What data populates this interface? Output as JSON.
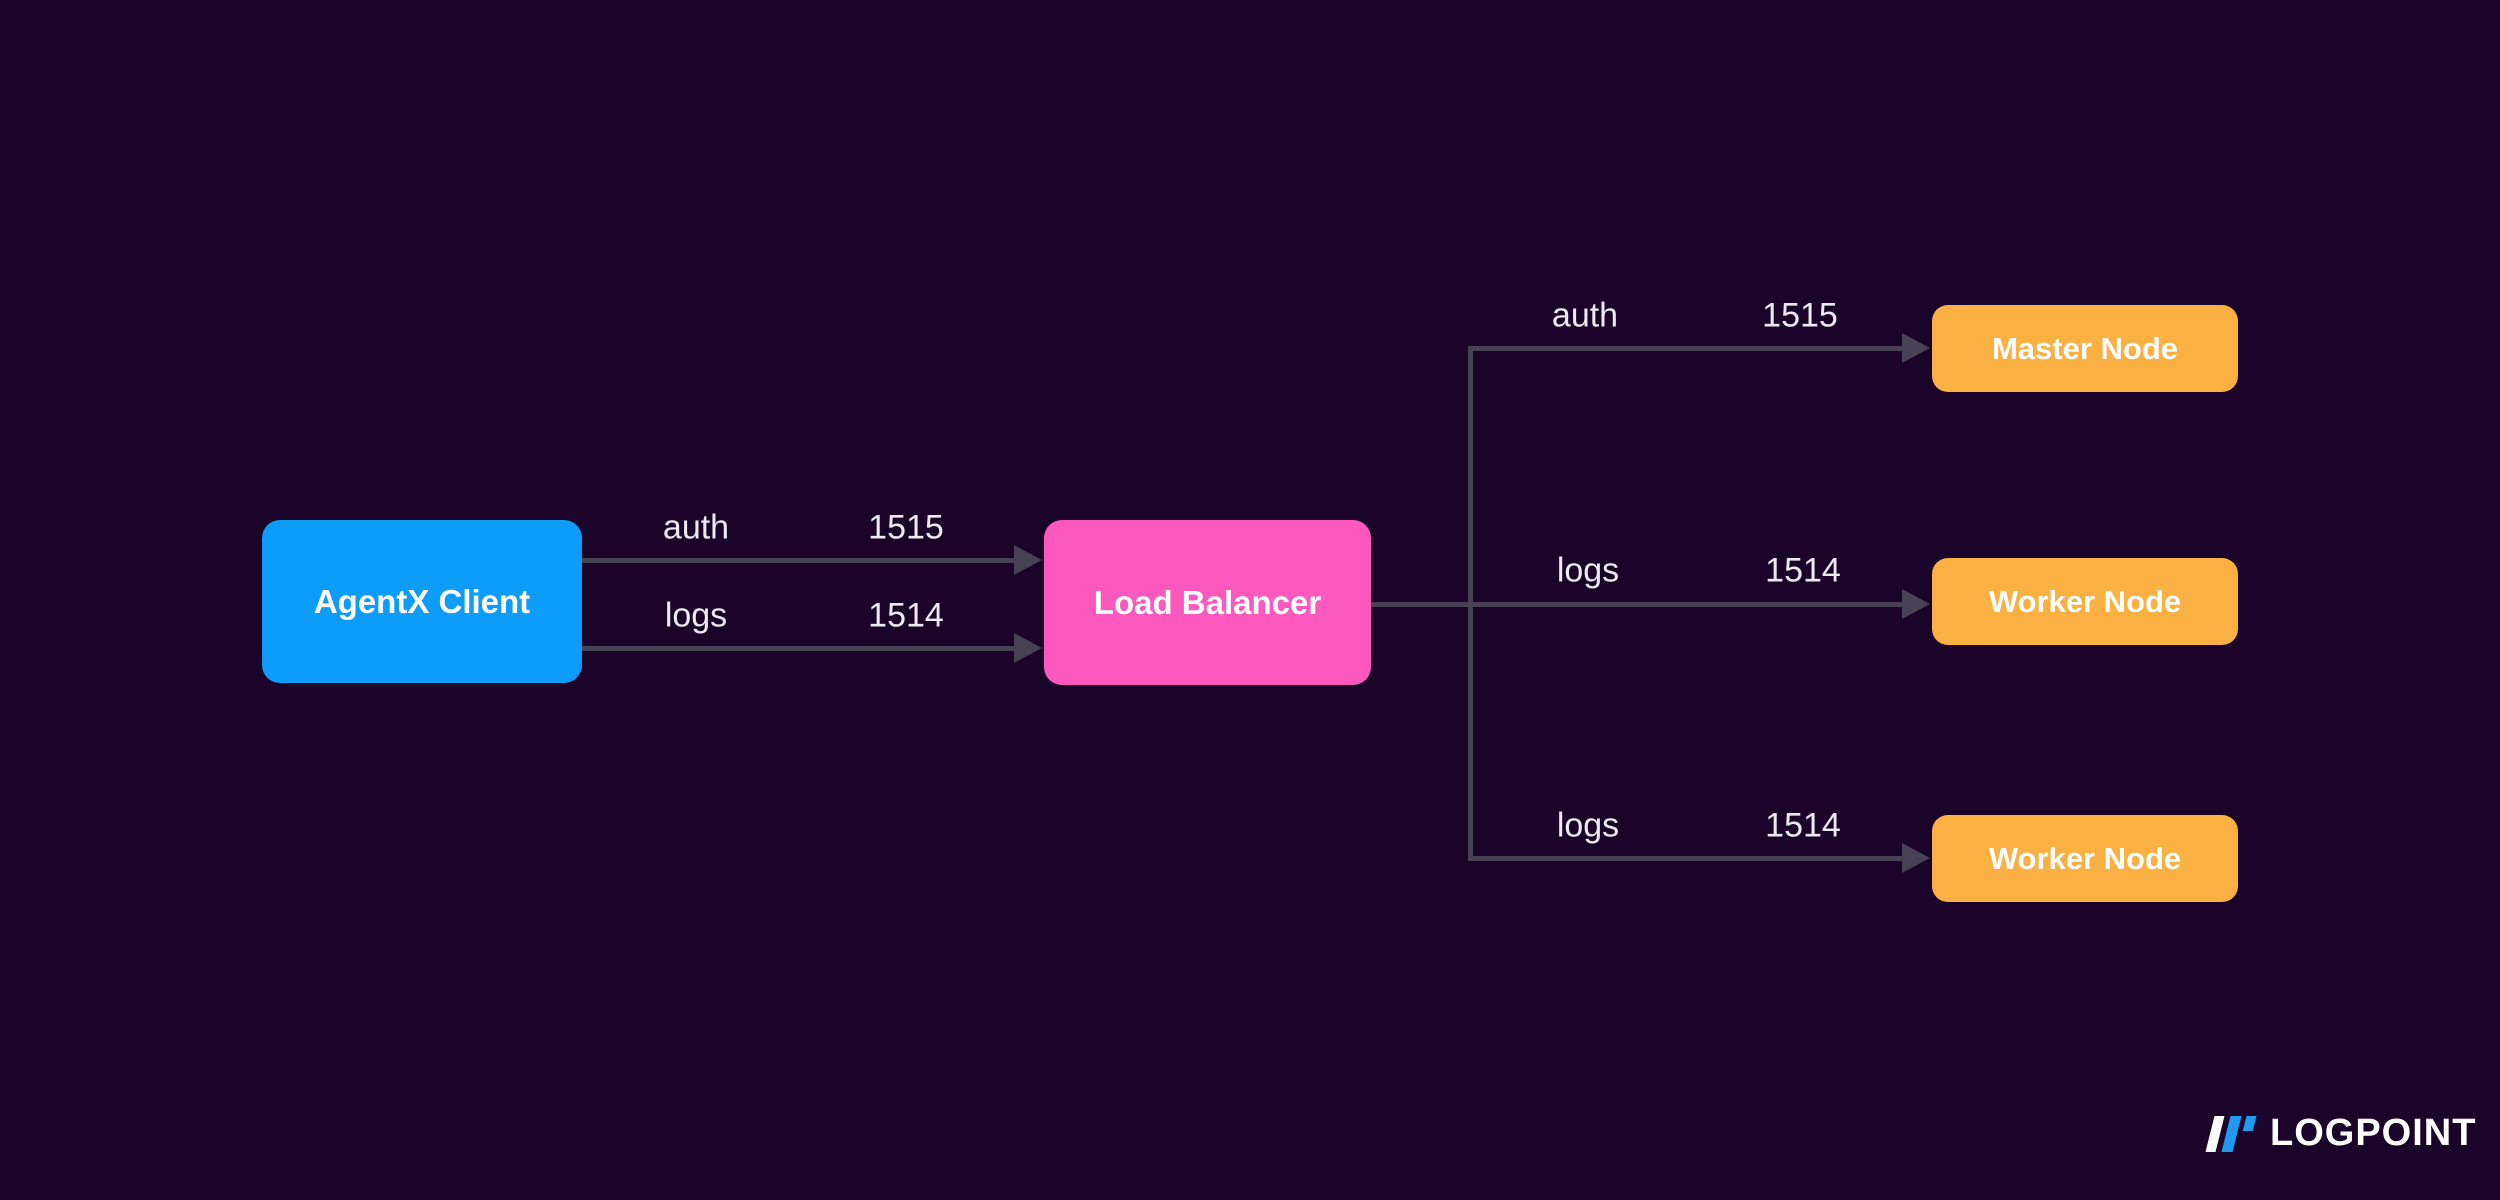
{
  "colors": {
    "background": "#1a0429",
    "agentx_box": "#0d9cf7",
    "load_balancer_box": "#fc58be",
    "node_box": "#fbb042",
    "connector_line": "#474156",
    "edge_label_text": "#ece9f2",
    "node_label_text": "#ffffff",
    "logo_blue": "#1e9bf0"
  },
  "diagram": {
    "nodes": [
      {
        "id": "agentx",
        "label": "AgentX Client"
      },
      {
        "id": "load-balancer",
        "label": "Load Balancer"
      },
      {
        "id": "master-node",
        "label": "Master Node"
      },
      {
        "id": "worker-node-1",
        "label": "Worker Node"
      },
      {
        "id": "worker-node-2",
        "label": "Worker Node"
      }
    ],
    "edges": [
      {
        "from": "agentx",
        "to": "load-balancer",
        "protocol": "auth",
        "port": "1515"
      },
      {
        "from": "agentx",
        "to": "load-balancer",
        "protocol": "logs",
        "port": "1514"
      },
      {
        "from": "load-balancer",
        "to": "master-node",
        "protocol": "auth",
        "port": "1515"
      },
      {
        "from": "load-balancer",
        "to": "worker-node-1",
        "protocol": "logs",
        "port": "1514"
      },
      {
        "from": "load-balancer",
        "to": "worker-node-2",
        "protocol": "logs",
        "port": "1514"
      }
    ]
  },
  "logo": {
    "text": "LOGPOINT"
  }
}
